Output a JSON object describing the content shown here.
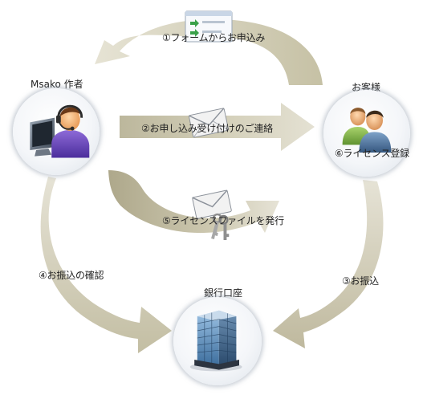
{
  "nodes": {
    "author": {
      "title": "Msako 作者",
      "icon": "support-operator-icon"
    },
    "customer": {
      "title": "お客様",
      "icon": "users-icon"
    },
    "bank": {
      "title": "銀行口座",
      "icon": "office-building-icon"
    }
  },
  "steps": {
    "s1": "①フォームからお申込み",
    "s2": "②お申し込み受け付けのご連絡",
    "s3": "③お振込",
    "s4": "④お振込の確認",
    "s5": "⑤ライセンスファイルを発行",
    "s6": "⑥ライセンス登録"
  },
  "colors": {
    "arrow": "#cfcbb3",
    "arrow_dark": "#b9b49a"
  }
}
